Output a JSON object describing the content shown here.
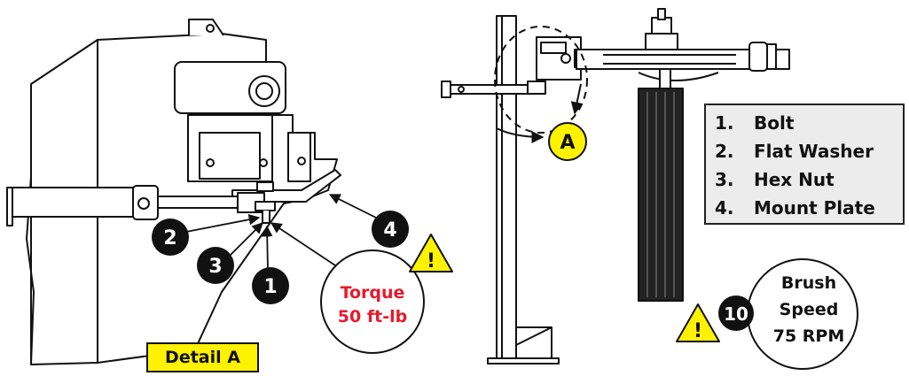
{
  "legend": {
    "items": [
      {
        "number": "1.",
        "label": "Bolt"
      },
      {
        "number": "2.",
        "label": "Flat Washer"
      },
      {
        "number": "3.",
        "label": "Hex Nut"
      },
      {
        "number": "4.",
        "label": "Mount Plate"
      }
    ]
  },
  "callouts": {
    "c1": "1",
    "c2": "2",
    "c3": "3",
    "c4": "4",
    "c10": "10",
    "detail_marker": "A"
  },
  "torque_note": {
    "line1": "Torque",
    "line2": "50 ft-lb"
  },
  "speed_note": {
    "line1": "Brush",
    "line2": "Speed",
    "line3": "75 RPM"
  },
  "detail_label": "Detail A",
  "warning_symbol": "!",
  "colors": {
    "callout_fill": "#111111",
    "warning_yellow": "#fff200",
    "detail_marker_yellow": "#fff200",
    "torque_text_red": "#e8192c",
    "legend_bg": "#ececec",
    "line": "#111111"
  },
  "icons": [
    "warning-triangle-icon"
  ]
}
